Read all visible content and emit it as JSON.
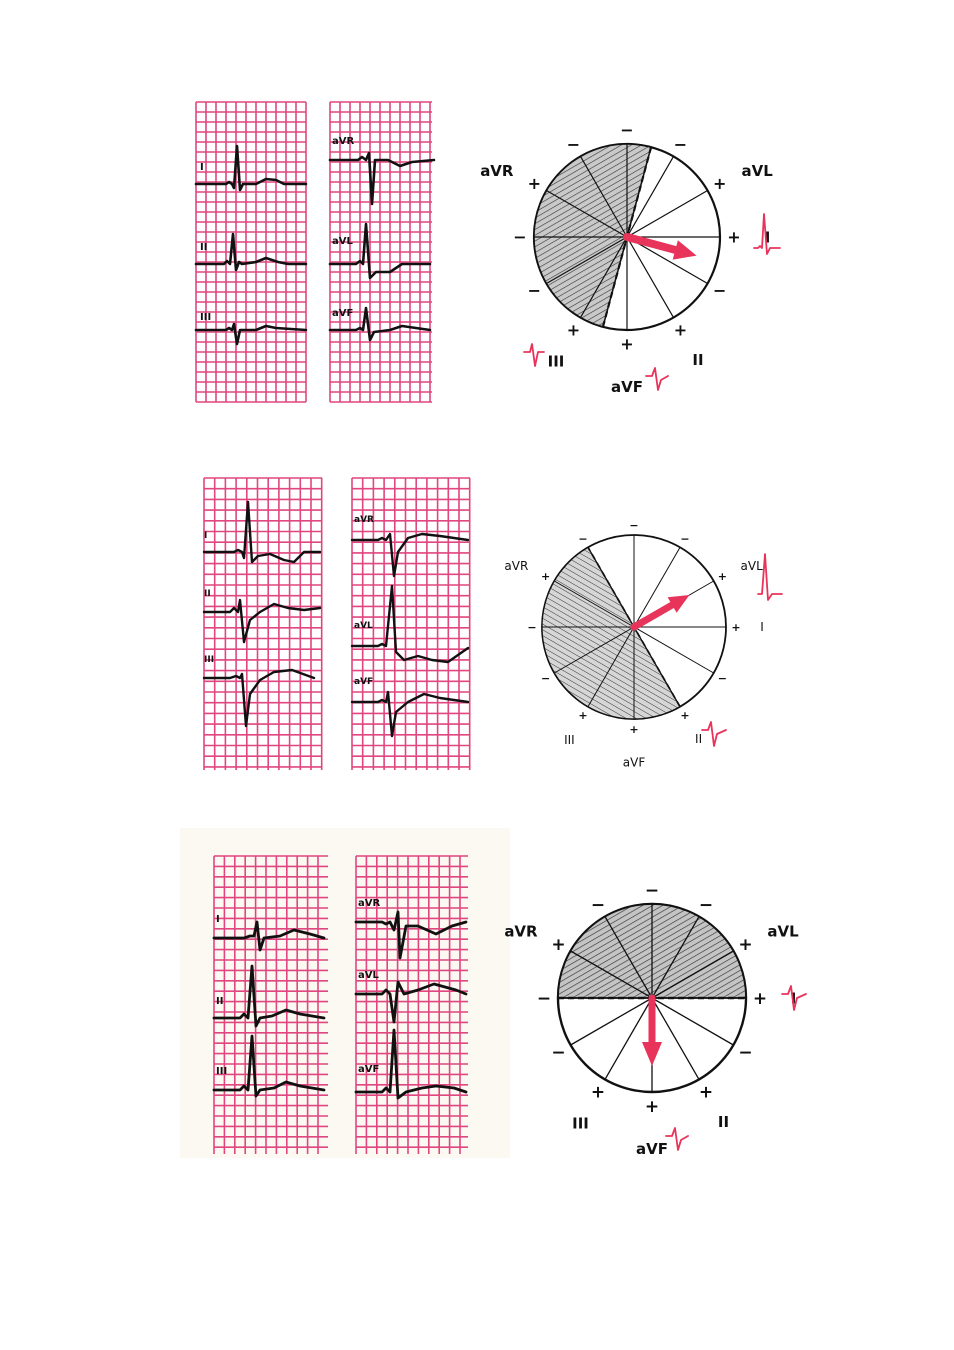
{
  "colors": {
    "grid": "#e0467f",
    "trace": "#111111",
    "arrow": "#e8345a",
    "mini_trace": "#e8345a",
    "hatch": "#333333"
  },
  "panels": [
    {
      "id": "panel-1",
      "strip_left": {
        "leads": [
          "I",
          "II",
          "III"
        ]
      },
      "strip_right": {
        "leads": [
          "aVR",
          "aVL",
          "aVF"
        ]
      },
      "wheel": {
        "labels": {
          "aVR": "aVR",
          "aVL": "aVL",
          "I": "I",
          "II": "II",
          "III": "III",
          "aVF": "aVF"
        },
        "axis_deg": 15,
        "hatched_from_deg": 105,
        "hatched_to_deg": 285,
        "mini_traces_at": [
          "I",
          "III",
          "aVF"
        ]
      }
    },
    {
      "id": "panel-2",
      "strip_left": {
        "leads": [
          "I",
          "II",
          "III"
        ]
      },
      "strip_right": {
        "leads": [
          "aVR",
          "aVL",
          "aVF"
        ]
      },
      "wheel": {
        "labels": {
          "aVR": "aVR",
          "aVL": "aVL",
          "I": "I",
          "II": "II",
          "III": "III",
          "aVF": "aVF"
        },
        "axis_deg": -30,
        "hatched_from_deg": 60,
        "hatched_to_deg": 240,
        "mini_traces_at": [
          "aVL",
          "II"
        ]
      }
    },
    {
      "id": "panel-3",
      "strip_left": {
        "leads": [
          "I",
          "II",
          "III"
        ]
      },
      "strip_right": {
        "leads": [
          "aVR",
          "aVL",
          "aVF"
        ]
      },
      "wheel": {
        "labels": {
          "aVR": "aVR",
          "aVL": "aVL",
          "I": "I",
          "II": "II",
          "III": "III",
          "aVF": "aVF"
        },
        "axis_deg": 90,
        "hatched_from_deg": 180,
        "hatched_to_deg": 360,
        "mini_traces_at": [
          "I",
          "aVF"
        ]
      }
    }
  ]
}
